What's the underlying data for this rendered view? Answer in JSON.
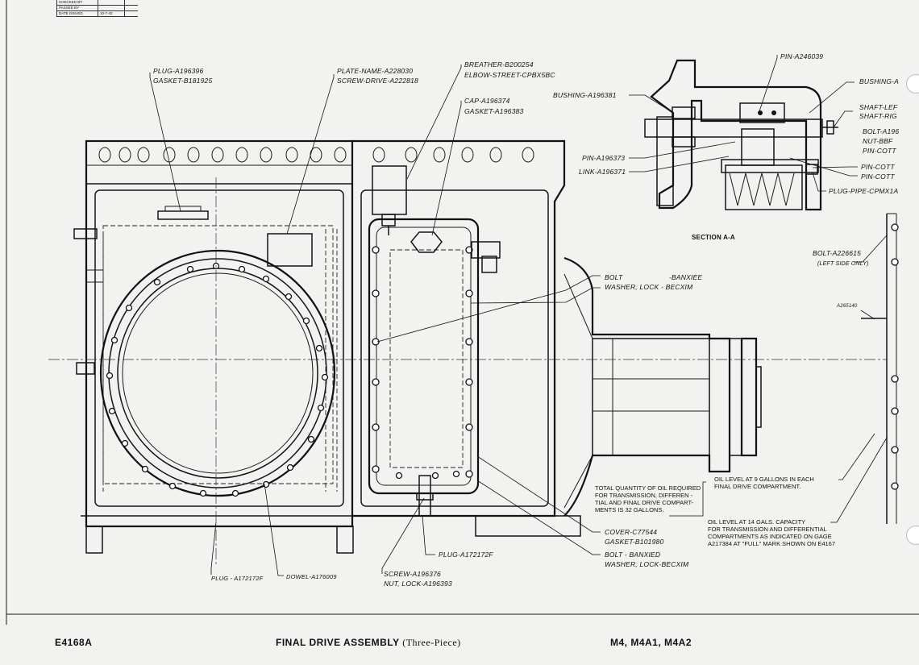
{
  "title_block": {
    "rows": [
      {
        "key": "CHECKED BY",
        "value": ""
      },
      {
        "key": "PASSED BY",
        "value": ""
      },
      {
        "key": "DATE ISSUED",
        "value": "10-7-42"
      }
    ]
  },
  "labels": {
    "plug_gasket_1": "PLUG-A196396",
    "plug_gasket_2": "GASKET-B181925",
    "plate_name": "PLATE-NAME-A228030",
    "screw_drive": "SCREW-DRIVE-A222818",
    "breather": "BREATHER-B200254",
    "elbow": "ELBOW-STREET-CPBX5BC",
    "cap": "CAP-A196374",
    "cap_gasket": "GASKET-A196383",
    "pin_top": "PIN-A246039",
    "bushing_right": "BUSHING-A",
    "bushing_left": "BUSHING-A196381",
    "shaft_left": "SHAFT-LEF",
    "shaft_right": "SHAFT-RIG",
    "bolt_r": "BOLT-A196",
    "nut_r": "NUT-BBF",
    "pin_cott_r": "PIN-COTT",
    "pin_a196373": "PIN-A196373",
    "link_a196371": "LINK-A196371",
    "pin_cott_2": "PIN-COTT",
    "pin_cott_3": "PIN-COTT",
    "plug_pipe": "PLUG-PIPE-CPMX1A",
    "section_aa": "SECTION A-A",
    "bolt_a226615": "BOLT-A226615",
    "left_side_only": "(LEFT SIDE ONLY)",
    "a265140": "A265140",
    "bolt_banxiee": "BOLT",
    "bolt_banxiee_2": "-BANXIEE",
    "washer_becxim": "WASHER, LOCK - BECXIM",
    "cover": "COVER-C77544",
    "cover_gasket": "GASKET-B101980",
    "bolt_banxied": "BOLT - BANXIED",
    "washer_becxim_2": "WASHER, LOCK-BECXIM",
    "plug_a172172f_right": "PLUG-A172172F",
    "screw_a196376": "SCREW-A196376",
    "nut_lock": "NUT, LOCK-A196393",
    "plug_a172172f_left": "PLUG - A172172F",
    "dowel": "DOWEL-A176009"
  },
  "notes": {
    "total_oil_1": "TOTAL QUANTITY OF OIL REQUIRED",
    "total_oil_2": "FOR TRANSMISSION, DIFFEREN -",
    "total_oil_3": "TIAL AND FINAL DRIVE COMPART-",
    "total_oil_4": "MENTS IS 32 GALLONS.",
    "oil_level_9_1": "OIL LEVEL AT 9 GALLONS IN EACH",
    "oil_level_9_2": "FINAL DRIVE COMPARTMENT.",
    "oil_level_14_1": "OIL LEVEL AT 14 GALS. CAPACITY",
    "oil_level_14_2": "FOR TRANSMISSION AND DIFFERENTIAL",
    "oil_level_14_3": "COMPARTMENTS AS INDICATED ON GAGE",
    "oil_level_14_4": "A217384 AT \"FULL\" MARK SHOWN ON E4167"
  },
  "footer": {
    "drawing_number": "E4168A",
    "title": "FINAL DRIVE ASSEMBLY",
    "subtitle": "(Three-Piece)",
    "models": "M4, M4A1, M4A2"
  }
}
